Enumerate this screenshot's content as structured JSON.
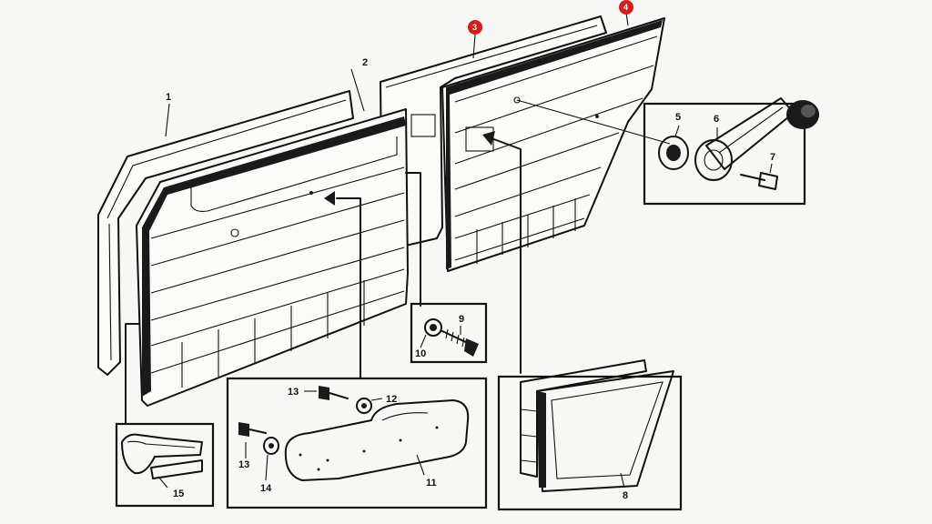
{
  "diagram": {
    "callouts": {
      "c1": "1",
      "c2": "2",
      "c3": "3",
      "c4": "4",
      "c5": "5",
      "c6": "6",
      "c7": "7",
      "c8": "8",
      "c9": "9",
      "c10": "10",
      "c11": "11",
      "c12": "12",
      "c13a": "13",
      "c13b": "13",
      "c14": "14",
      "c15": "15"
    },
    "highlight_color": "#d81b1b"
  }
}
